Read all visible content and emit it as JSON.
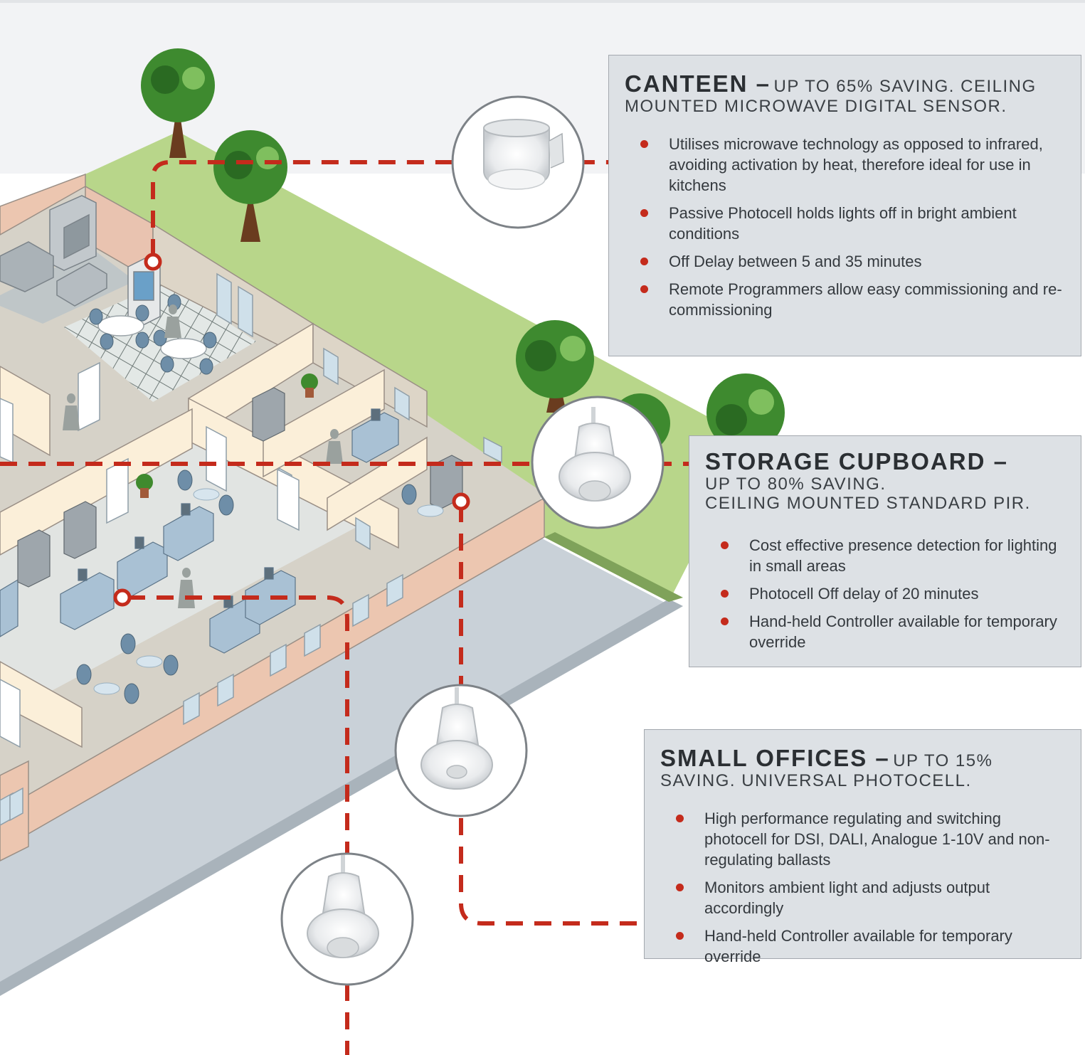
{
  "panels": {
    "canteen": {
      "title": "CANTEEN –",
      "subtitle": "UP TO 65% SAVING. CEILING MOUNTED MICROWAVE DIGITAL SENSOR.",
      "bullets": [
        "Utilises microwave technology as opposed to infrared, avoiding activation by heat, therefore ideal for use in kitchens",
        "Passive Photocell holds lights off in bright ambient conditions",
        "Off Delay between 5 and 35 minutes",
        "Remote Programmers allow easy commissioning and re-commissioning"
      ]
    },
    "storage": {
      "title": "STORAGE CUPBOARD –",
      "subtitle_line1": "UP TO 80% SAVING.",
      "subtitle_line2": "CEILING MOUNTED STANDARD PIR.",
      "bullets": [
        "Cost effective presence detection for lighting in small areas",
        "Photocell Off delay of 20 minutes",
        "Hand-held Controller available for temporary override"
      ]
    },
    "offices": {
      "title": "SMALL OFFICES –",
      "subtitle": "UP TO 15% SAVING. UNIVERSAL PHOTOCELL.",
      "bullets": [
        "High performance regulating and switching photocell for DSI, DALI, Analogue 1-10V and non-regulating ballasts",
        "Monitors ambient light and adjusts output accordingly",
        "Hand-held Controller available for temporary override"
      ]
    }
  },
  "colors": {
    "accent_red": "#c42b1c",
    "grass": "#b8d68a",
    "panel_bg": "#dde1e5",
    "road": "#c9d1d8",
    "sky": "#f2f3f5"
  }
}
